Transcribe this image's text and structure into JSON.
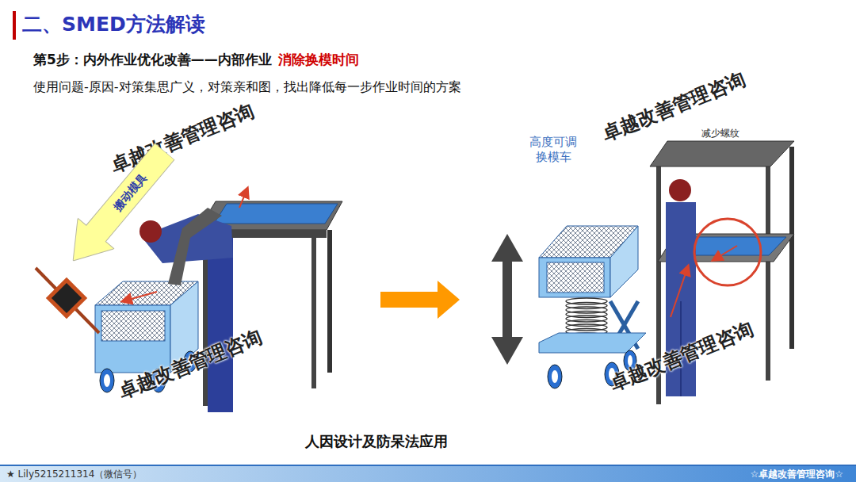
{
  "diagram": {
    "title": "二、SMED方法解读",
    "caption": "人因设计及防呆法应用",
    "nodes": [
      {
        "text": [
          "搬动模具"
        ]
      }
    ],
    "labels": [
      "第5步：内外作业优化改善——内部作业",
      "消除换模时间",
      "使用问题-原因-对策集思广义，对策亲和图，找出降低每一步作业时间的方案",
      "高度可调 换模车",
      "减少螺纹",
      "卓越改善管理咨询",
      "卓越改善管理咨询",
      "卓越改善管理咨询",
      "卓越改善管理咨询",
      "★ Lily5215211314（微信号）",
      "☆卓越改善管理咨询☆"
    ]
  }
}
